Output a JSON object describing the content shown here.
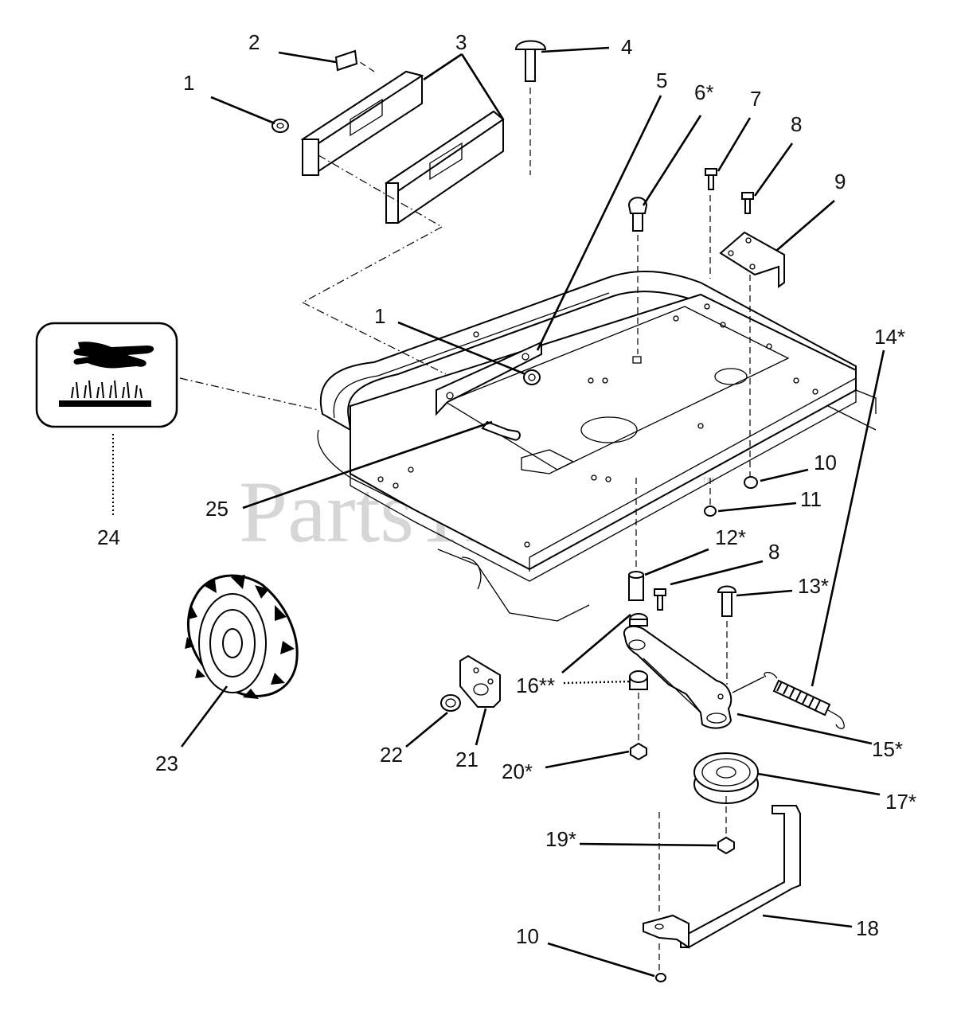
{
  "watermark": {
    "text": "PartsTree",
    "trademark": "™"
  },
  "callouts": [
    {
      "key": "c1a",
      "label": "1"
    },
    {
      "key": "c2",
      "label": "2"
    },
    {
      "key": "c3",
      "label": "3"
    },
    {
      "key": "c4",
      "label": "4"
    },
    {
      "key": "c5",
      "label": "5"
    },
    {
      "key": "c6",
      "label": "6*"
    },
    {
      "key": "c7",
      "label": "7"
    },
    {
      "key": "c8a",
      "label": "8"
    },
    {
      "key": "c9",
      "label": "9"
    },
    {
      "key": "c1b",
      "label": "1"
    },
    {
      "key": "c24",
      "label": "24"
    },
    {
      "key": "c25",
      "label": "25"
    },
    {
      "key": "c10a",
      "label": "10"
    },
    {
      "key": "c11",
      "label": "11"
    },
    {
      "key": "c12",
      "label": "12*"
    },
    {
      "key": "c8b",
      "label": "8"
    },
    {
      "key": "c13",
      "label": "13*"
    },
    {
      "key": "c14",
      "label": "14*"
    },
    {
      "key": "c16",
      "label": "16**"
    },
    {
      "key": "c15",
      "label": "15*"
    },
    {
      "key": "c23",
      "label": "23"
    },
    {
      "key": "c22",
      "label": "22"
    },
    {
      "key": "c21",
      "label": "21"
    },
    {
      "key": "c20",
      "label": "20*"
    },
    {
      "key": "c17",
      "label": "17*"
    },
    {
      "key": "c19",
      "label": "19*"
    },
    {
      "key": "c18",
      "label": "18"
    },
    {
      "key": "c10b",
      "label": "10"
    }
  ],
  "icons": {
    "warning_decal": "hand-hot-surface-icon"
  }
}
